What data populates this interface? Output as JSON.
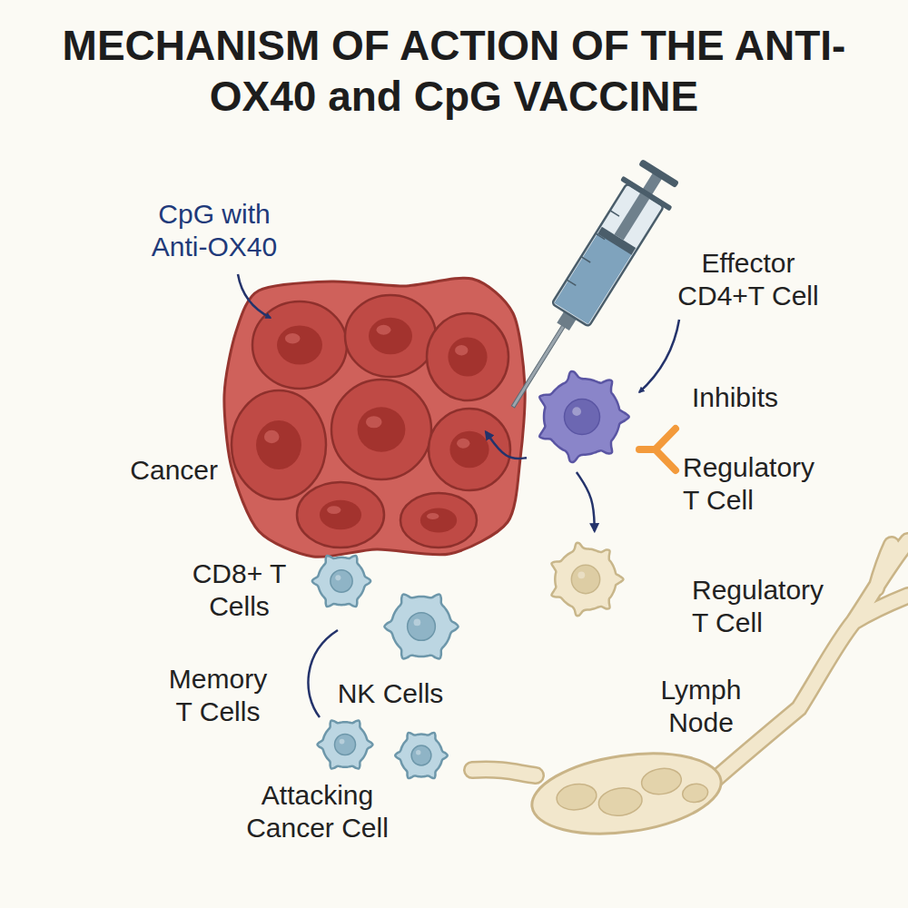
{
  "diagram": {
    "title": "MECHANISM OF ACTION OF THE ANTI-OX40 and CpG VACCINE",
    "nodes": [
      {
        "text": [
          "Cancer"
        ]
      },
      {
        "text": [
          "Effector CD4+T Cell"
        ]
      },
      {
        "text": [
          "Regulatory T Cell"
        ]
      },
      {
        "text": [
          "Regulatory T Cell"
        ]
      },
      {
        "text": [
          "CD8+ T Cells"
        ]
      },
      {
        "text": [
          "NK Cells"
        ]
      },
      {
        "text": [
          "Memory T Cells"
        ]
      },
      {
        "text": [
          "Attacking Cancer Cell"
        ]
      },
      {
        "text": [
          "Lymph Node"
        ]
      }
    ],
    "edges": [
      {
        "from": 1,
        "to": 0,
        "arrow": "to"
      },
      {
        "from": 1,
        "to": 3,
        "arrow": "to"
      }
    ],
    "labels": [
      "CpG with Anti-OX40",
      "Inhibits"
    ]
  }
}
